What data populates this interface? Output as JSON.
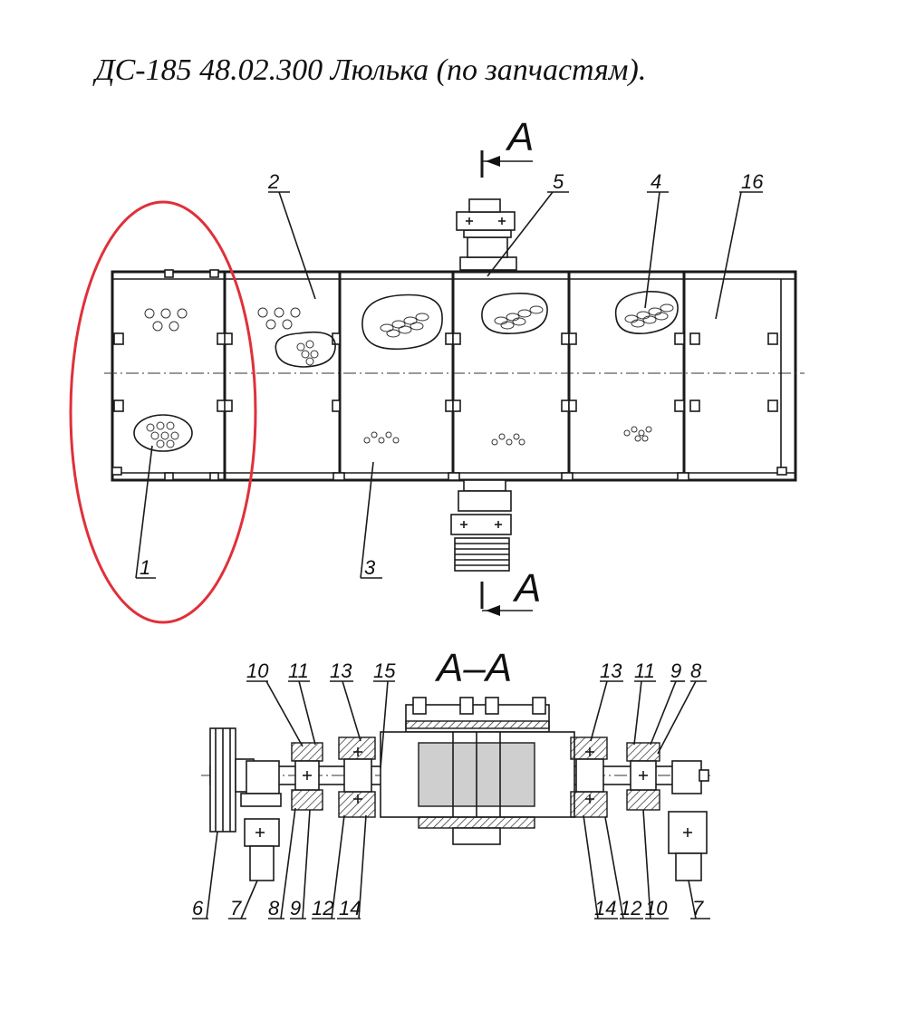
{
  "title": "ДС-185 48.02.300 Люлька (по запчастям).",
  "section_marker": "A",
  "section_title": "A–A",
  "highlight_color": "#e0303a",
  "callouts_top": [
    "1",
    "2",
    "3",
    "4",
    "5",
    "16"
  ],
  "callouts_bottom": [
    "10",
    "11",
    "13",
    "15",
    "13",
    "11",
    "9",
    "8",
    "6",
    "7",
    "8",
    "9",
    "12",
    "14",
    "14",
    "12",
    "10",
    "7"
  ]
}
